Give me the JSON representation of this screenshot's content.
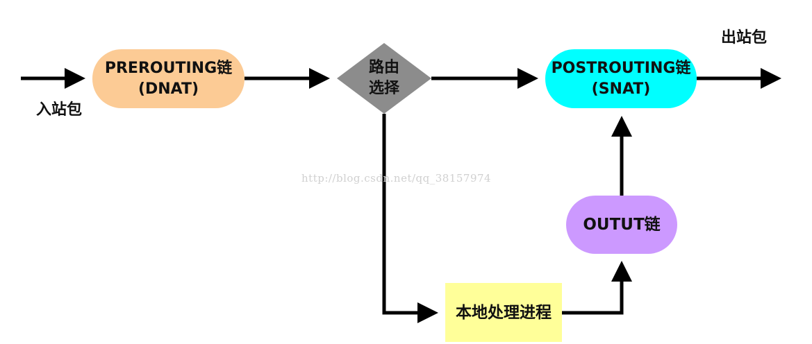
{
  "nodes": {
    "prerouting": {
      "line1": "PREROUTING链",
      "line2": "(DNAT)"
    },
    "routing": {
      "line1": "路由",
      "line2": "选择"
    },
    "postrouting": {
      "line1": "POSTROUTING链",
      "line2": "(SNAT)"
    },
    "output": {
      "label": "OUTUT链"
    },
    "local_process": {
      "label": "本地处理进程"
    }
  },
  "labels": {
    "incoming": "入站包",
    "outgoing": "出站包"
  },
  "watermark": "http://blog.csdn.net/qq_38157974",
  "colors": {
    "prerouting": "#fccb95",
    "routing": "#8c8c8c",
    "postrouting": "#00ffff",
    "output": "#cc99ff",
    "local_process": "#ffff99",
    "arrow": "#000000"
  }
}
